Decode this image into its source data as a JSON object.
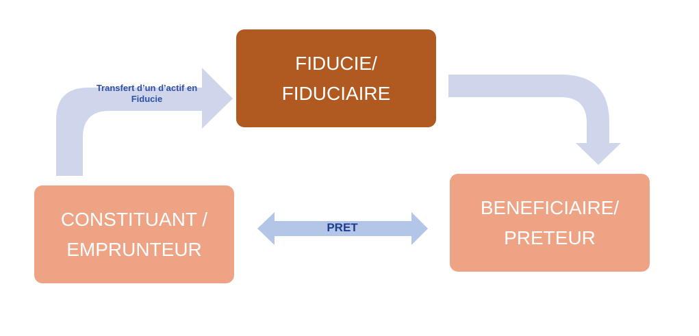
{
  "colors": {
    "trust_box": "#b05a22",
    "party_box": "#eda384",
    "flow_arrow": "#cfd6ec",
    "loan_arrow": "#b3c6e8",
    "label_text": "#2e50a3",
    "box_text": "#ffffff"
  },
  "nodes": {
    "fiducie": {
      "line1": "FIDUCIE/",
      "line2": "FIDUCIAIRE"
    },
    "constituant": {
      "line1": "CONSTITUANT /",
      "line2": "EMPRUNTEUR"
    },
    "beneficiaire": {
      "line1": "BENEFICIAIRE/",
      "line2": "PRETEUR"
    }
  },
  "edges": {
    "transfer": {
      "label_line1": "Transfert d’un d’actif en",
      "label_line2": "Fiducie"
    },
    "loan": {
      "label": "PRET"
    }
  }
}
